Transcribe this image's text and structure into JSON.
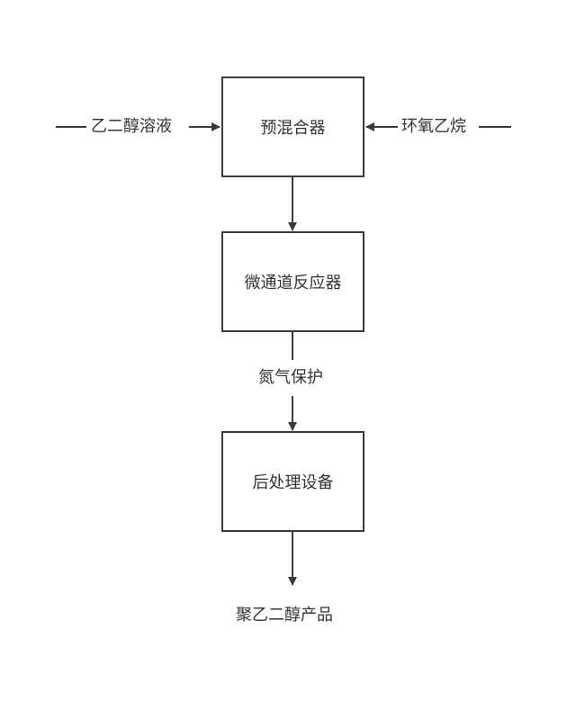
{
  "diagram": {
    "nodes": {
      "premixer": "预混合器",
      "microreactor": "微通道反应器",
      "post_treatment": "后处理设备"
    },
    "inputs": {
      "left": "乙二醇溶液",
      "right": "环氧乙烷"
    },
    "edge_label": "氮气保护",
    "product": "聚乙二醇产品"
  },
  "colors": {
    "line": "#3a3a3a",
    "text": "#333333",
    "background": "#ffffff"
  }
}
